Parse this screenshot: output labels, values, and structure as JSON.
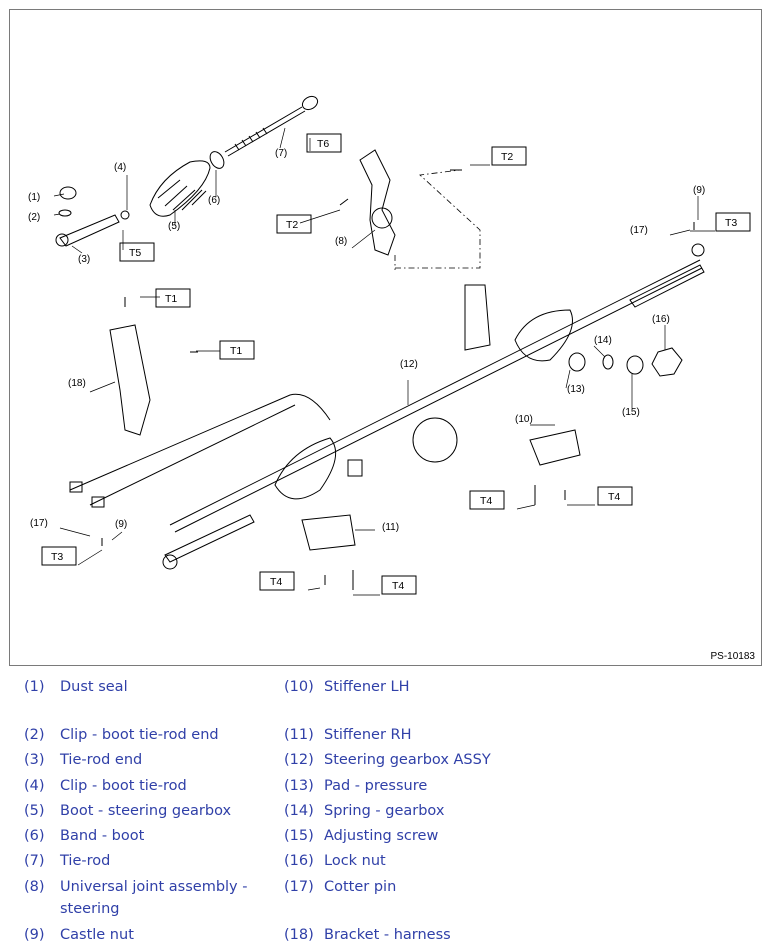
{
  "figure": {
    "figure_id": "PS-10183",
    "callouts": [
      "(1)",
      "(2)",
      "(3)",
      "(4)",
      "(5)",
      "(6)",
      "(7)",
      "(8)",
      "(9)",
      "(10)",
      "(11)",
      "(12)",
      "(13)",
      "(14)",
      "(15)",
      "(16)",
      "(17)",
      "(18)"
    ],
    "torque_tags": [
      "T1",
      "T2",
      "T3",
      "T4",
      "T5",
      "T6"
    ]
  },
  "legend": [
    {
      "num": "(1)",
      "text": "Dust seal"
    },
    {
      "num": "(2)",
      "text": "Clip - boot tie-rod end"
    },
    {
      "num": "(3)",
      "text": "Tie-rod end"
    },
    {
      "num": "(4)",
      "text": "Clip - boot tie-rod"
    },
    {
      "num": "(5)",
      "text": "Boot - steering gearbox"
    },
    {
      "num": "(6)",
      "text": "Band - boot"
    },
    {
      "num": "(7)",
      "text": "Tie-rod"
    },
    {
      "num": "(8)",
      "text": "Universal joint assembly - steering"
    },
    {
      "num": "(9)",
      "text": "Castle nut"
    },
    {
      "num": "(10)",
      "text": "Stiffener LH"
    },
    {
      "num": "(11)",
      "text": "Stiffener RH"
    },
    {
      "num": "(12)",
      "text": "Steering gearbox ASSY"
    },
    {
      "num": "(13)",
      "text": "Pad - pressure"
    },
    {
      "num": "(14)",
      "text": "Spring - gearbox"
    },
    {
      "num": "(15)",
      "text": "Adjusting screw"
    },
    {
      "num": "(16)",
      "text": "Lock nut"
    },
    {
      "num": "(17)",
      "text": "Cotter pin"
    },
    {
      "num": "(18)",
      "text": "Bracket - harness"
    }
  ]
}
